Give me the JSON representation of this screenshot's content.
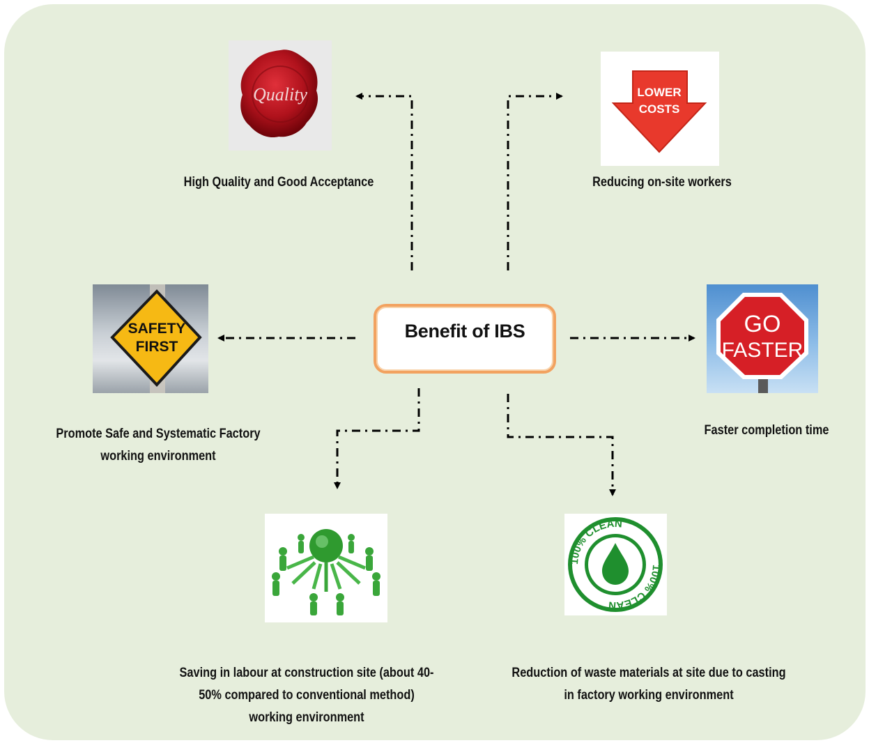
{
  "center": {
    "title": "Benefit of IBS"
  },
  "benefits": {
    "quality": {
      "label": "High Quality and Good Acceptance",
      "icon": "quality-seal-icon",
      "icon_text": "Quality"
    },
    "costs": {
      "label": "Reducing on-site workers",
      "icon": "lower-costs-arrow-icon",
      "icon_text_1": "LOWER",
      "icon_text_2": "COSTS"
    },
    "safety": {
      "label": "Promote Safe and Systematic Factory working environment",
      "icon": "safety-first-sign-icon",
      "icon_text_1": "SAFETY",
      "icon_text_2": "FIRST"
    },
    "faster": {
      "label": "Faster completion time",
      "icon": "go-faster-stop-sign-icon",
      "icon_text_1": "GO",
      "icon_text_2": "FASTER"
    },
    "labour": {
      "label": "Saving in labour at construction site (about 40-50% compared to conventional method) working environment",
      "icon": "network-people-globe-icon"
    },
    "waste": {
      "label": "Reduction of waste materials at site due to casting in factory working environment",
      "icon": "clean-drop-badge-icon",
      "icon_text": "100% CLEAN"
    }
  },
  "colors": {
    "background": "#e6eedc",
    "center_border": "#f2a260",
    "connector": "#000000"
  }
}
